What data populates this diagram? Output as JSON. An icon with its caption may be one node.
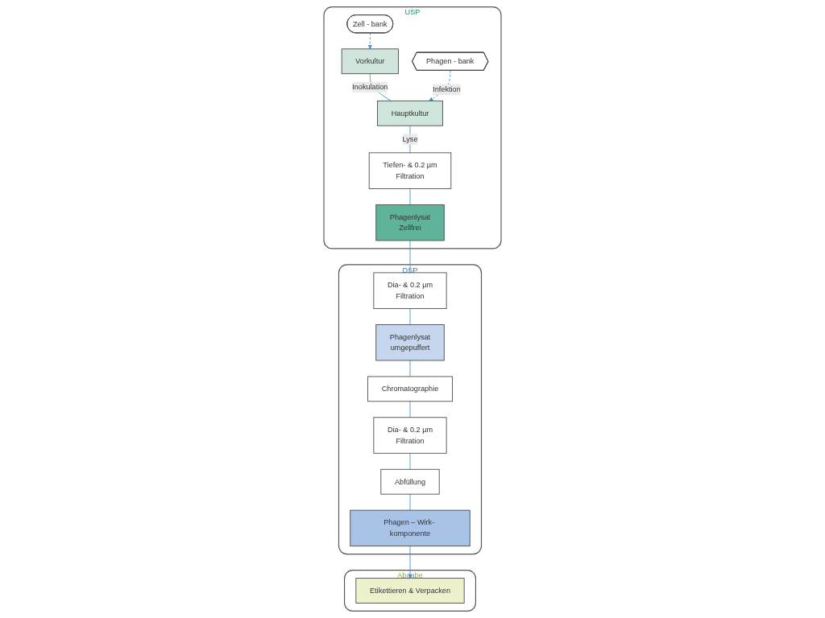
{
  "diagram": {
    "nodes": [
      {
        "text": [
          "USP"
        ]
      },
      {
        "text": [
          "Zell - bank"
        ],
        "in": 0
      },
      {
        "text": [
          "Vorkultur"
        ],
        "in": 0
      },
      {
        "text": [
          "Phagen - bank"
        ],
        "in": 0
      },
      {
        "text": [
          "Hauptkultur"
        ],
        "in": 0
      },
      {
        "text": [
          "Tiefen- & 0.2 µm",
          "Filtration"
        ],
        "in": 0
      },
      {
        "text": [
          "Phagenlysat",
          "Zellfrei"
        ],
        "in": 0
      },
      {
        "text": [
          "DSP"
        ]
      },
      {
        "text": [
          "Dia- & 0.2 µm",
          "Filtration"
        ],
        "in": 7
      },
      {
        "text": [
          "Phagenlysat",
          "umgepuffert"
        ],
        "in": 7
      },
      {
        "text": [
          "Chromatographie"
        ],
        "in": 7
      },
      {
        "text": [
          "Dia- & 0.2 µm",
          "Filtration"
        ],
        "in": 7
      },
      {
        "text": [
          "Abfüllung"
        ],
        "in": 7
      },
      {
        "text": [
          "Phagen – Wirk- komponente"
        ],
        "in": 7
      },
      {
        "text": [
          "Abgabe"
        ]
      },
      {
        "text": [
          "Etikettieren & Verpacken"
        ],
        "in": 14
      }
    ],
    "edges": [
      {
        "from": 1,
        "to": 2,
        "arrow": "to",
        "style": "dashed"
      },
      {
        "from": 2,
        "to": 4,
        "arrow": "none",
        "label": "Inokulation"
      },
      {
        "from": 3,
        "to": 4,
        "arrow": "to",
        "style": "dashed",
        "label": "Infektion"
      },
      {
        "from": 4,
        "to": 5,
        "arrow": "none",
        "label": "Lyse"
      },
      {
        "from": 5,
        "to": 6,
        "arrow": "none"
      },
      {
        "from": 6,
        "to": 8,
        "arrow": "none"
      },
      {
        "from": 8,
        "to": 9,
        "arrow": "none"
      },
      {
        "from": 9,
        "to": 10,
        "arrow": "none"
      },
      {
        "from": 10,
        "to": 11,
        "arrow": "none"
      },
      {
        "from": 11,
        "to": 12,
        "arrow": "none"
      },
      {
        "from": 12,
        "to": 13,
        "arrow": "none"
      },
      {
        "from": 13,
        "to": 15,
        "arrow": "to"
      }
    ]
  }
}
